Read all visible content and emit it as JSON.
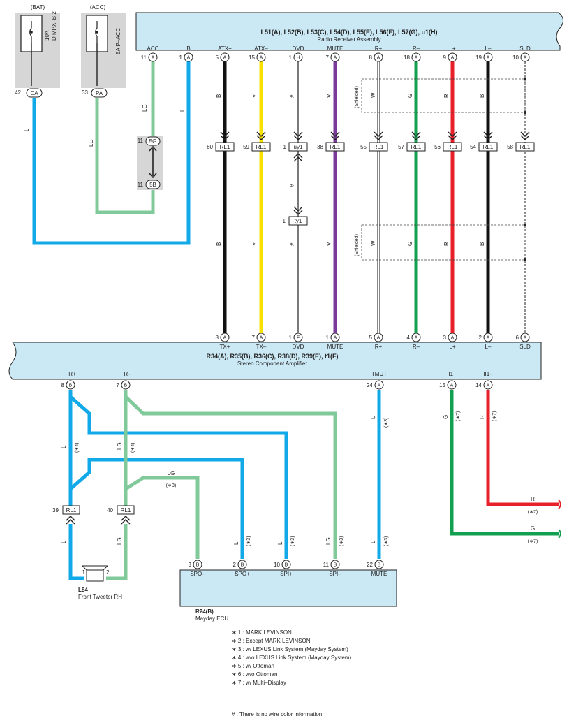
{
  "fuses": {
    "bat": {
      "header": "(BAT)",
      "rating": "10A",
      "name": "D MPX–B 2",
      "pin": "42",
      "conn": "DA"
    },
    "acc": {
      "header": "(ACC)",
      "rating": "5A P–ACC",
      "pin": "33",
      "conn": "PA"
    }
  },
  "radio": {
    "title": "L51(A), L52(B), L53(C), L54(D), L55(E), L56(F), L57(G), u1(H)",
    "subtitle": "Radio Receiver Assembly",
    "pins": [
      {
        "label": "ACC",
        "num": "11",
        "conn": "A"
      },
      {
        "label": "B",
        "num": "1",
        "conn": "A"
      },
      {
        "label": "ATX+",
        "num": "5",
        "conn": "A"
      },
      {
        "label": "ATX–",
        "num": "15",
        "conn": "A"
      },
      {
        "label": "DVD",
        "num": "1",
        "conn": "H"
      },
      {
        "label": "MUTE",
        "num": "7",
        "conn": "A"
      },
      {
        "label": "R+",
        "num": "8",
        "conn": "A"
      },
      {
        "label": "R–",
        "num": "18",
        "conn": "A"
      },
      {
        "label": "L+",
        "num": "9",
        "conn": "A"
      },
      {
        "label": "L–",
        "num": "19",
        "conn": "A"
      },
      {
        "label": "SLD",
        "num": "10",
        "conn": "A"
      }
    ]
  },
  "amplifier": {
    "title": "R34(A), R35(B), R36(C), R38(D), R39(E), t1(F)",
    "subtitle": "Stereo Component Amplifier",
    "top_pins": [
      {
        "label": "TX+",
        "num": "8",
        "conn": "A"
      },
      {
        "label": "TX–",
        "num": "7",
        "conn": "A"
      },
      {
        "label": "DVD",
        "num": "1",
        "conn": "F"
      },
      {
        "label": "MUTE",
        "num": "1",
        "conn": "A"
      },
      {
        "label": "R+",
        "num": "5",
        "conn": "A"
      },
      {
        "label": "R–",
        "num": "4",
        "conn": "A"
      },
      {
        "label": "L+",
        "num": "3",
        "conn": "A"
      },
      {
        "label": "L–",
        "num": "2",
        "conn": "A"
      },
      {
        "label": "SLD",
        "num": "6",
        "conn": "A"
      }
    ],
    "bottom_pins": [
      {
        "label": "FR+",
        "num": "8",
        "conn": "B"
      },
      {
        "label": "FR–",
        "num": "7",
        "conn": "B"
      },
      {
        "label": "TMUT",
        "num": "24",
        "conn": "A"
      },
      {
        "label": "II1+",
        "num": "15",
        "conn": "A"
      },
      {
        "label": "II1–",
        "num": "14",
        "conn": "A"
      }
    ]
  },
  "junction": {
    "top_num": "11",
    "top_conn": "5G",
    "bot_num": "11",
    "bot_conn": "5B"
  },
  "relays": {
    "top_row": [
      {
        "num": "60",
        "label": "RL1"
      },
      {
        "num": "59",
        "label": "RL1"
      },
      {
        "num": "1",
        "label": "uy1"
      },
      {
        "num": "38",
        "label": "RL1"
      },
      {
        "num": "55",
        "label": "RL1"
      },
      {
        "num": "57",
        "label": "RL1"
      },
      {
        "num": "56",
        "label": "RL1"
      },
      {
        "num": "54",
        "label": "RL1"
      },
      {
        "num": "58",
        "label": "RL1"
      }
    ],
    "ty1": {
      "num": "1",
      "label": "ty1"
    },
    "left": [
      {
        "num": "39",
        "label": "RL1"
      },
      {
        "num": "40",
        "label": "RL1"
      }
    ]
  },
  "wire_labels": {
    "L": "L",
    "LG": "LG",
    "B": "B",
    "Y": "Y",
    "hash": "#",
    "V": "V",
    "W": "W",
    "G": "G",
    "R": "R",
    "shielded": "(Shielded)",
    "n3": "(∗3)",
    "n4": "(∗4)",
    "n7": "(∗7)"
  },
  "mayday": {
    "id": "R24(B)",
    "name": "Mayday ECU",
    "pins": [
      {
        "label": "SPO–",
        "num": "3",
        "conn": "B"
      },
      {
        "label": "SPO+",
        "num": "2",
        "conn": "B"
      },
      {
        "label": "SPI+",
        "num": "10",
        "conn": "B"
      },
      {
        "label": "SPI–",
        "num": "11",
        "conn": "B"
      },
      {
        "label": "MUTE",
        "num": "22",
        "conn": "B"
      }
    ]
  },
  "tweeter": {
    "id": "L84",
    "name": "Front Tweeter RH",
    "pin1": "1",
    "pin2": "2"
  },
  "notes": [
    "∗ 1 : MARK LEVINSON",
    "∗ 2 : Except MARK LEVINSON",
    "∗ 3 : w/ LEXUS Link System (Mayday System)",
    "∗ 4 : w/o LEXUS Link System (Mayday System)",
    "∗ 5 : w/ Ottoman",
    "∗ 6 : w/o Ottoman",
    "∗ 7 : w/ Multi–Display"
  ],
  "footnote": "# : There is no wire color information.",
  "colors": {
    "blue": "#12a9e8",
    "lightgreen": "#80c99a",
    "green": "#12a050",
    "red": "#e8202a",
    "yellow": "#f8e000",
    "purple": "#7a3a9a",
    "black": "#111111",
    "panel": "#cbe8f5",
    "fuse_panel": "#d6d6d6"
  }
}
